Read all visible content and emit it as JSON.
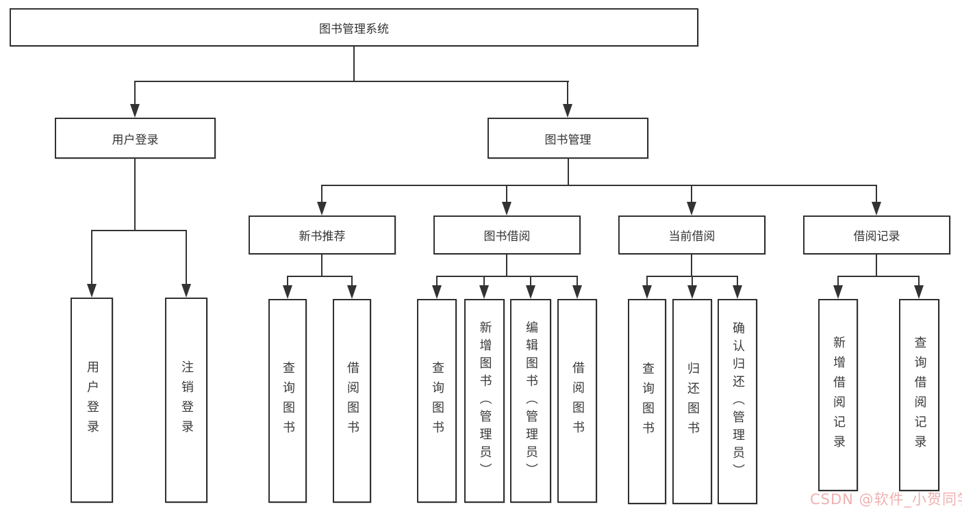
{
  "diagram": {
    "title": "图书管理系统",
    "branches": [
      {
        "label": "用户登录",
        "children": [
          {
            "label": "用户登录"
          },
          {
            "label": "注销登录"
          }
        ]
      },
      {
        "label": "图书管理",
        "children": [
          {
            "label": "新书推荐",
            "children": [
              {
                "label": "查询图书"
              },
              {
                "label": "借阅图书"
              }
            ]
          },
          {
            "label": "图书借阅",
            "children": [
              {
                "label": "查询图书"
              },
              {
                "label": "新增图书（管理员）"
              },
              {
                "label": "编辑图书（管理员）"
              },
              {
                "label": "借阅图书"
              }
            ]
          },
          {
            "label": "当前借阅",
            "children": [
              {
                "label": "查询图书"
              },
              {
                "label": "归还图书"
              },
              {
                "label": "确认归还（管理员）"
              }
            ]
          },
          {
            "label": "借阅记录",
            "children": [
              {
                "label": "新增借阅记录"
              },
              {
                "label": "查询借阅记录"
              }
            ]
          }
        ]
      }
    ]
  },
  "watermark": {
    "text": "CSDN @软件_小贺同学"
  },
  "colors": {
    "line": "#333333",
    "box_border": "#333333",
    "text": "#3a3a3a",
    "watermark": "#f0b0b0",
    "background": "#ffffff"
  }
}
